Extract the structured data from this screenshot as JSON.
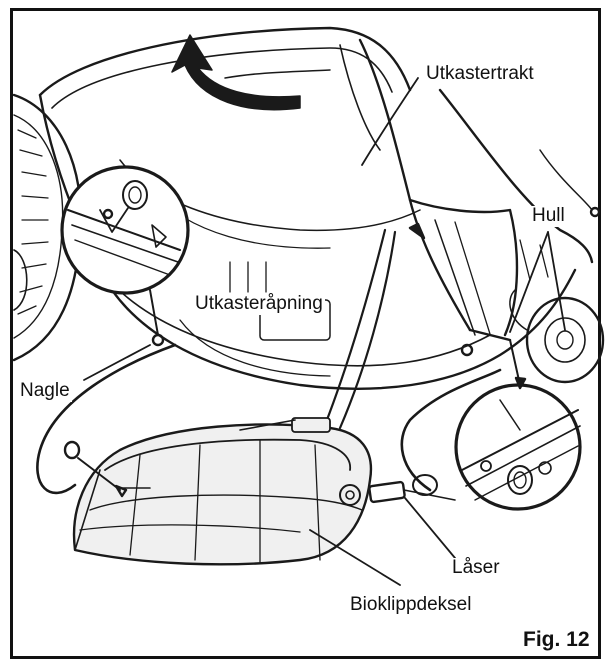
{
  "labels": {
    "discharge_chute": "Utkastertrakt",
    "holes": "Hull",
    "discharge_opening": "Utkasteråpning",
    "rivet": "Nagle",
    "lock": "Låser",
    "mulch_cover": "Bioklippdeksel"
  },
  "figure_number": "Fig. 12"
}
